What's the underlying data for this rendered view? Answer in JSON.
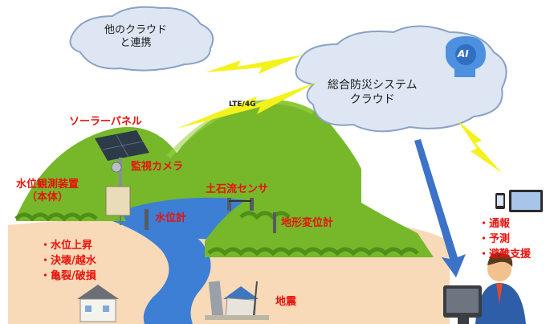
{
  "clouds": {
    "other": {
      "line1": "他のクラウド",
      "line2": "と連携"
    },
    "main": {
      "line1": "総合防災システム",
      "line2": "クラウド",
      "ai_badge": "AI"
    }
  },
  "link": {
    "lte": "LTE/4G"
  },
  "labels": {
    "solar_panel": "ソーラーパネル",
    "camera": "監視カメラ",
    "device_line1": "水位観測装置",
    "device_line2": "（本体）",
    "water_gauge": "水位計",
    "debris_sensor": "土石流センサ",
    "terrain_gauge": "地形変位計",
    "earthquake": "地震"
  },
  "hazards": [
    "・水位上昇",
    "・決壊/越水",
    "・亀裂/破損"
  ],
  "outputs": [
    "・通報",
    "・予測",
    "・避難支援"
  ],
  "icons": [
    "solar-panel-icon",
    "camera-icon",
    "device-icon",
    "water-gauge-icon",
    "debris-sensor-icon",
    "terrain-gauge-icon",
    "house-icon",
    "damaged-house-icon",
    "phone-icon",
    "tablet-icon",
    "operator-icon",
    "ai-head-icon"
  ]
}
